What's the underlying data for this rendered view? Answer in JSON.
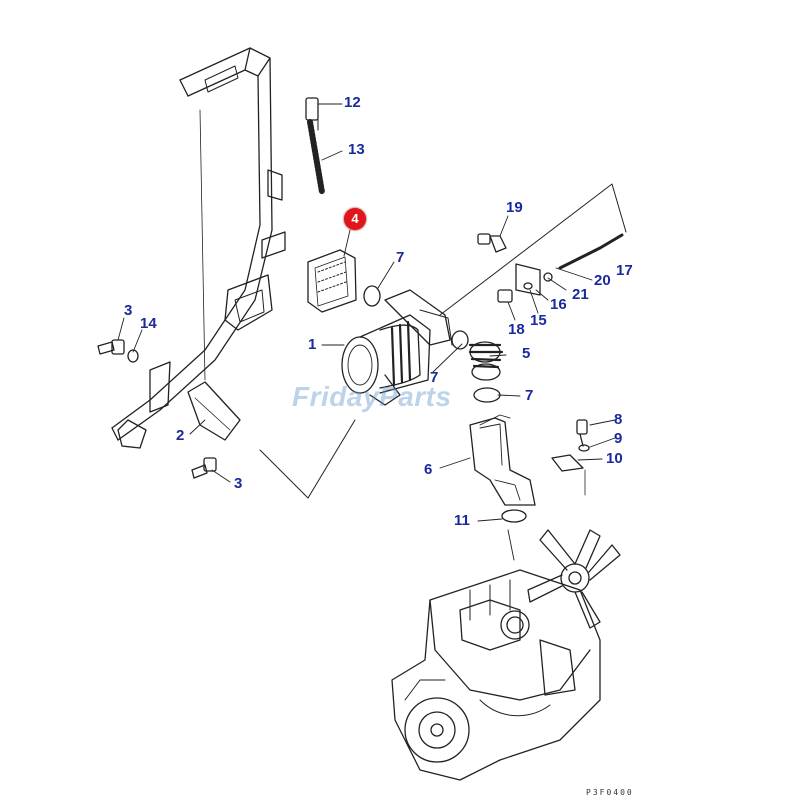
{
  "callouts": [
    {
      "id": "12",
      "text": "12"
    },
    {
      "id": "13",
      "text": "13"
    },
    {
      "id": "4",
      "text": "4",
      "highlighted": true
    },
    {
      "id": "7a",
      "text": "7"
    },
    {
      "id": "19",
      "text": "19"
    },
    {
      "id": "20",
      "text": "20"
    },
    {
      "id": "17",
      "text": "17"
    },
    {
      "id": "21",
      "text": "21"
    },
    {
      "id": "16",
      "text": "16"
    },
    {
      "id": "15",
      "text": "15"
    },
    {
      "id": "18",
      "text": "18"
    },
    {
      "id": "3a",
      "text": "3"
    },
    {
      "id": "14",
      "text": "14"
    },
    {
      "id": "1",
      "text": "1"
    },
    {
      "id": "5",
      "text": "5"
    },
    {
      "id": "7b",
      "text": "7"
    },
    {
      "id": "7c",
      "text": "7"
    },
    {
      "id": "2",
      "text": "2"
    },
    {
      "id": "8",
      "text": "8"
    },
    {
      "id": "9",
      "text": "9"
    },
    {
      "id": "10",
      "text": "10"
    },
    {
      "id": "6",
      "text": "6"
    },
    {
      "id": "3b",
      "text": "3"
    },
    {
      "id": "11",
      "text": "11"
    }
  ],
  "watermark": "FridayParts",
  "drawing_code": "P3F0400",
  "colors": {
    "label": "#1a2a9c",
    "highlight": "#e0161f",
    "watermark": "#5f96cd",
    "line": "#222222"
  }
}
